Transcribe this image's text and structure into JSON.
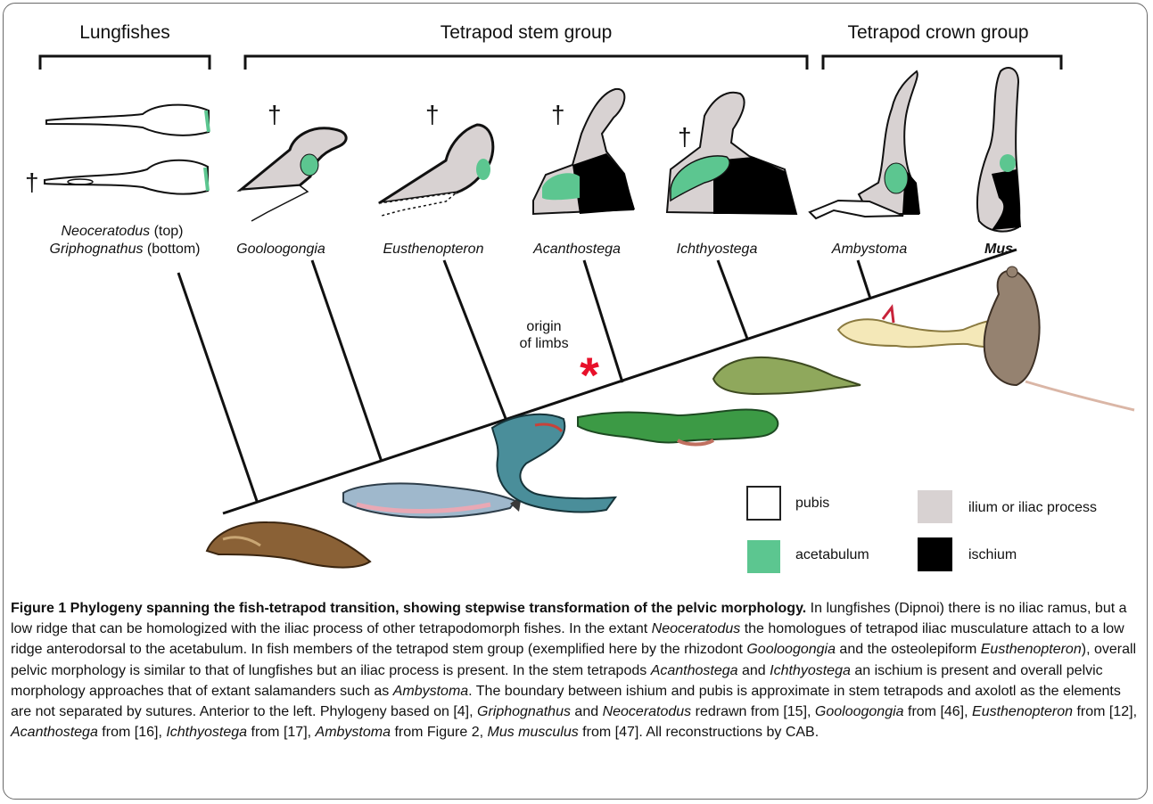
{
  "figure": {
    "groups": {
      "lungfishes": "Lungfishes",
      "stem": "Tetrapod stem group",
      "crown": "Tetrapod crown group"
    },
    "dagger": "†",
    "taxa": {
      "neoceratodus": "Neoceratodus",
      "neoceratodus_note": "(top)",
      "griphognathus": "Griphognathus",
      "griphognathus_note": "(bottom)",
      "gooloogongia": "Gooloogongia",
      "eusthenopteron": "Eusthenopteron",
      "acanthostega": "Acanthostega",
      "ichthyostega": "Ichthyostega",
      "ambystoma": "Ambystoma",
      "mus": "Mus"
    },
    "origin_note_line1": "origin",
    "origin_note_line2": "of limbs",
    "asterisk": "*",
    "legend": {
      "pubis": "pubis",
      "ilium": "ilium or iliac process",
      "acetabulum": "acetabulum",
      "ischium": "ischium"
    },
    "colors": {
      "acetabulum": "#5cc690",
      "ilium": "#d8d2d2",
      "ischium": "#000000",
      "pubis": "#ffffff",
      "asterisk": "#e8102a"
    }
  },
  "caption": {
    "title": "Figure 1 Phylogeny spanning the fish-tetrapod transition, showing stepwise transformation of the pelvic morphology.",
    "s1": " In lungfishes (Dipnoi) there is no iliac ramus, but a low ridge that can be homologized with the iliac process of other tetrapodomorph fishes. In the extant ",
    "t_neoceratodus": "Neoceratodus",
    "s2": " the homologues of tetrapod iliac musculature attach to a low ridge anterodorsal to the acetabulum. In fish members of the tetrapod stem group (exemplified here by the rhizodont ",
    "t_gooloogongia": "Gooloogongia",
    "s3": " and the osteolepiform ",
    "t_eusthenopteron": "Eusthenopteron",
    "s4": "), overall pelvic morphology is similar to that of lungfishes but an iliac process is present. In the stem tetrapods ",
    "t_acanthostega": "Acanthostega",
    "s5": " and ",
    "t_ichthyostega": "Ichthyostega",
    "s6": " an ischium is present and overall pelvic morphology approaches that of extant salamanders such as ",
    "t_ambystoma": "Ambystoma",
    "s7": ". The boundary between ishium and pubis is approximate in stem tetrapods and axolotl as the elements are not separated by sutures. Anterior to the left. Phylogeny based on [4], ",
    "t_griphognathus": "Griphognathus",
    "s8": " and ",
    "t_neoceratodus2": "Neoceratodus",
    "s9": " redrawn from [15], ",
    "t_gooloogongia2": "Gooloogongia",
    "s10": " from [46], ",
    "t_eusthenopteron2": "Eusthenopteron",
    "s11": " from [12], ",
    "t_acanthostega2": "Acanthostega",
    "s12": " from [16], ",
    "t_ichthyostega2": "Ichthyostega",
    "s13": " from [17], ",
    "t_ambystoma2": "Ambystoma",
    "s14": " from Figure 2, ",
    "t_mus": "Mus musculus",
    "s15": " from [47]. All reconstructions by CAB."
  }
}
